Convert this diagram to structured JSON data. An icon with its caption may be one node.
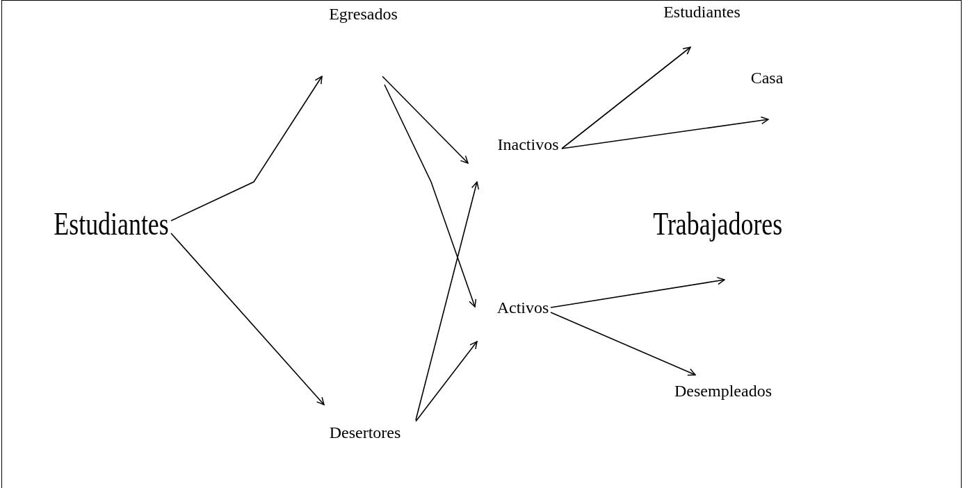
{
  "diagram": {
    "nodes": [
      {
        "text": [
          "Estudiantes"
        ]
      },
      {
        "text": [
          "Egresados"
        ]
      },
      {
        "text": [
          "Desertores"
        ]
      },
      {
        "text": [
          "Inactivos"
        ]
      },
      {
        "text": [
          "Activos"
        ]
      },
      {
        "text": [
          "Estudiantes"
        ]
      },
      {
        "text": [
          "Casa"
        ]
      },
      {
        "text": [
          "Trabajadores"
        ]
      },
      {
        "text": [
          "Desempleados"
        ]
      }
    ],
    "edges": [
      {
        "from": 0,
        "to": 1,
        "arrow": "to"
      },
      {
        "from": 0,
        "to": 2,
        "arrow": "to"
      },
      {
        "from": 1,
        "to": 3,
        "arrow": "to"
      },
      {
        "from": 1,
        "to": 4,
        "arrow": "to"
      },
      {
        "from": 2,
        "to": 3,
        "arrow": "to"
      },
      {
        "from": 2,
        "to": 4,
        "arrow": "to"
      },
      {
        "from": 3,
        "to": 5,
        "arrow": "to"
      },
      {
        "from": 3,
        "to": 6,
        "arrow": "to"
      },
      {
        "from": 4,
        "to": 7,
        "arrow": "to"
      },
      {
        "from": 4,
        "to": 8,
        "arrow": "to"
      }
    ]
  }
}
